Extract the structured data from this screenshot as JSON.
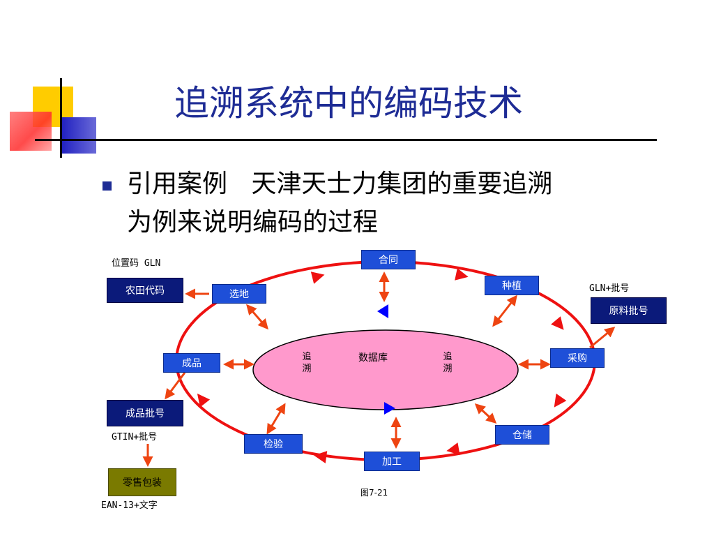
{
  "slide": {
    "title": "追溯系统中的编码技术",
    "bullet_line1": "引用案例   天津天士力集团的重要追溯",
    "bullet_line2": "为例来说明编码的过程"
  },
  "diagram": {
    "center": "数据库",
    "left_vertical": [
      "追",
      "溯"
    ],
    "right_vertical": [
      "追",
      "溯"
    ],
    "nodes": {
      "contract": "合同",
      "planting": "种植",
      "site_select": "选地",
      "purchase": "采购",
      "finished": "成品",
      "storage": "仓储",
      "inspection": "检验",
      "processing": "加工"
    },
    "side_boxes": {
      "farm_code": "农田代码",
      "raw_batch": "原料批号",
      "finished_batch": "成品批号",
      "retail_pack": "零售包装"
    },
    "labels": {
      "gln": "位置码 GLN",
      "gln_batch": "GLN+批号",
      "gtin_batch": "GTIN+批号",
      "ean": "EAN-13+文字"
    },
    "caption": "图7-21"
  },
  "colors": {
    "title": "#1e2c95",
    "cycle": "#ee1111",
    "arrow": "#ee4411",
    "db_fill": "#ff99cc",
    "node_blue": "#1e4fd8",
    "side_navy": "#0b1a7a",
    "retail_olive": "#7a7a00",
    "marker_blue": "#0000ff"
  }
}
